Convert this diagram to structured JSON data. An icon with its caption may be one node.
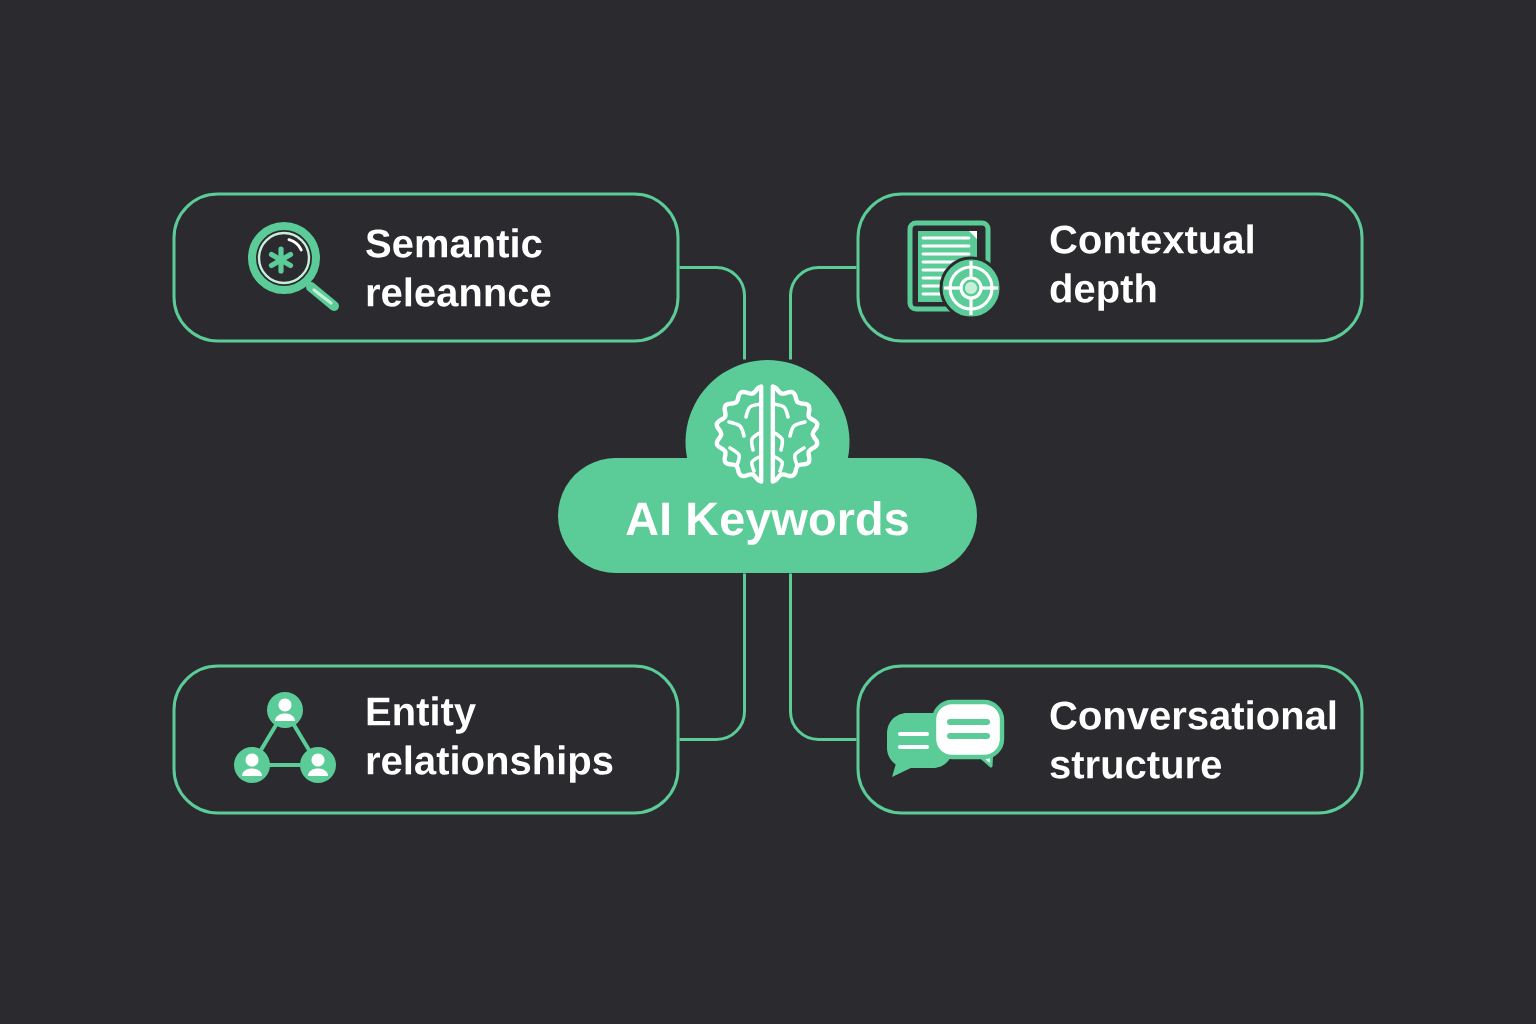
{
  "diagram": {
    "nodes": [
      {
        "text": [
          "Semantic releannce"
        ]
      },
      {
        "text": [
          "Contextual depth"
        ]
      },
      {
        "text": [
          "AI Keywords"
        ]
      },
      {
        "text": [
          "Entity relationships"
        ]
      },
      {
        "text": [
          "Conversational structure"
        ]
      }
    ],
    "edges": [
      {
        "from": 2,
        "to": 0,
        "arrow": "none"
      },
      {
        "from": 2,
        "to": 1,
        "arrow": "none"
      },
      {
        "from": 2,
        "to": 3,
        "arrow": "none"
      },
      {
        "from": 2,
        "to": 4,
        "arrow": "none"
      }
    ]
  }
}
